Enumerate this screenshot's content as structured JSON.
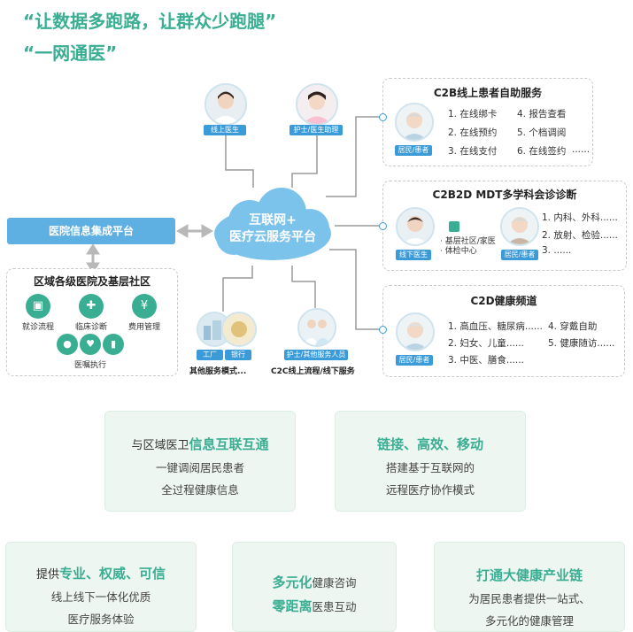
{
  "headline": {
    "line1": "“让数据多跑路，让群众少跑腿”",
    "line2": "“一网通医”"
  },
  "center": {
    "line1": "互联网+",
    "line2": "医疗云服务平台"
  },
  "top_roles": [
    "线上医生",
    "护士/医生助理"
  ],
  "left": {
    "platform_bar": "医院信息集成平台",
    "region_title": "区域各级医院及基层社区",
    "items": [
      "就诊流程",
      "临床诊断",
      "费用管理",
      "医嘱执行"
    ]
  },
  "bottom_groups": [
    {
      "tags": [
        "工厂",
        "银行"
      ],
      "caption": "其他服务模式..."
    },
    {
      "tags": [
        "护士/其他服务人员"
      ],
      "caption": "C2C线上流程/线下服务"
    }
  ],
  "c2b": {
    "title": "C2B线上患者自助服务",
    "tag": "居民/患者",
    "items": [
      "1. 在线绑卡",
      "4. 报告查看",
      "2. 在线预约",
      "5. 个档调阅",
      "3. 在线支付",
      "6. 在线签约",
      "......"
    ]
  },
  "mdt": {
    "title": "C2B2D MDT多学科会诊诊断",
    "tag_doctor": "线下医生",
    "tag_patient": "居民/患者",
    "center_line1": "· 基层社区/家医",
    "center_line2": "· 体检中心",
    "items": [
      "1. 内科、外科......",
      "2. 放射、检验......",
      "3. ......"
    ]
  },
  "c2d": {
    "title": "C2D健康频道",
    "tag": "居民/患者",
    "items": [
      "1. 高血压、糖尿病......",
      "4. 穿戴自助",
      "2. 妇女、儿童......",
      "5. 健康随访......",
      "3. 中医、膳食......"
    ]
  },
  "cards": [
    {
      "prefix": "与区域医卫",
      "highlight": "信息互联互通",
      "line2": "一键调阅居民患者",
      "line3": "全过程健康信息"
    },
    {
      "prefix": "",
      "highlight": "链接、高效、移动",
      "line2": "搭建基于互联网的",
      "line3": "远程医疗协作模式"
    }
  ],
  "cards2": [
    {
      "prefix": "提供",
      "highlight": "专业、权威、可信",
      "line2": "线上线下一体化优质",
      "line3": "医疗服务体验"
    },
    {
      "hl1": "多元化",
      "t1": "健康咨询",
      "hl2": "零距离",
      "t2": "医患互动"
    },
    {
      "highlight": "打通大健康产业链",
      "line2": "为居民患者提供一站式、",
      "line3": "多元化的健康管理"
    }
  ],
  "colors": {
    "green": "#3aae93",
    "blue": "#3b9bd8",
    "cloud": "#7cc3ec",
    "card": "#eef6f1"
  }
}
